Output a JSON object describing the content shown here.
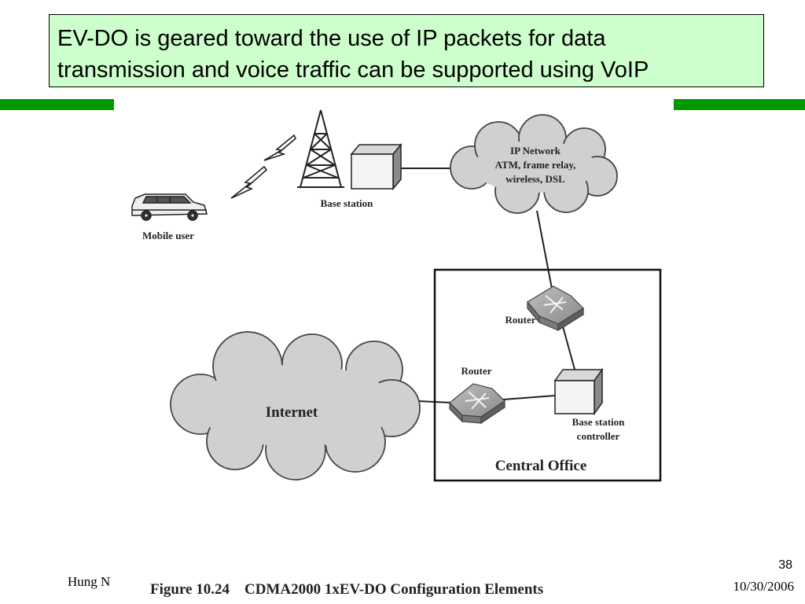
{
  "slide": {
    "title_line1": "EV-DO is geared toward the use of IP packets for data",
    "title_line2": "transmission and voice traffic can be supported using VoIP",
    "page_number": "38",
    "date": "10/30/2006",
    "author": "Hung N"
  },
  "diagram": {
    "mobile_user": "Mobile user",
    "base_station": "Base station",
    "ip_network": [
      "IP Network",
      "ATM, frame relay,",
      "wireless, DSL"
    ],
    "router_top": "Router",
    "router_left": "Router",
    "bsc": [
      "Base station",
      "controller"
    ],
    "central_office": "Central Office",
    "internet": "Internet",
    "caption": "Figure 10.24    CDMA2000 1xEV-DO Configuration Elements"
  },
  "colors": {
    "title_bg": "#ccffcc",
    "accent_bar": "#009900",
    "cloud_fill": "#d0d0d0"
  }
}
